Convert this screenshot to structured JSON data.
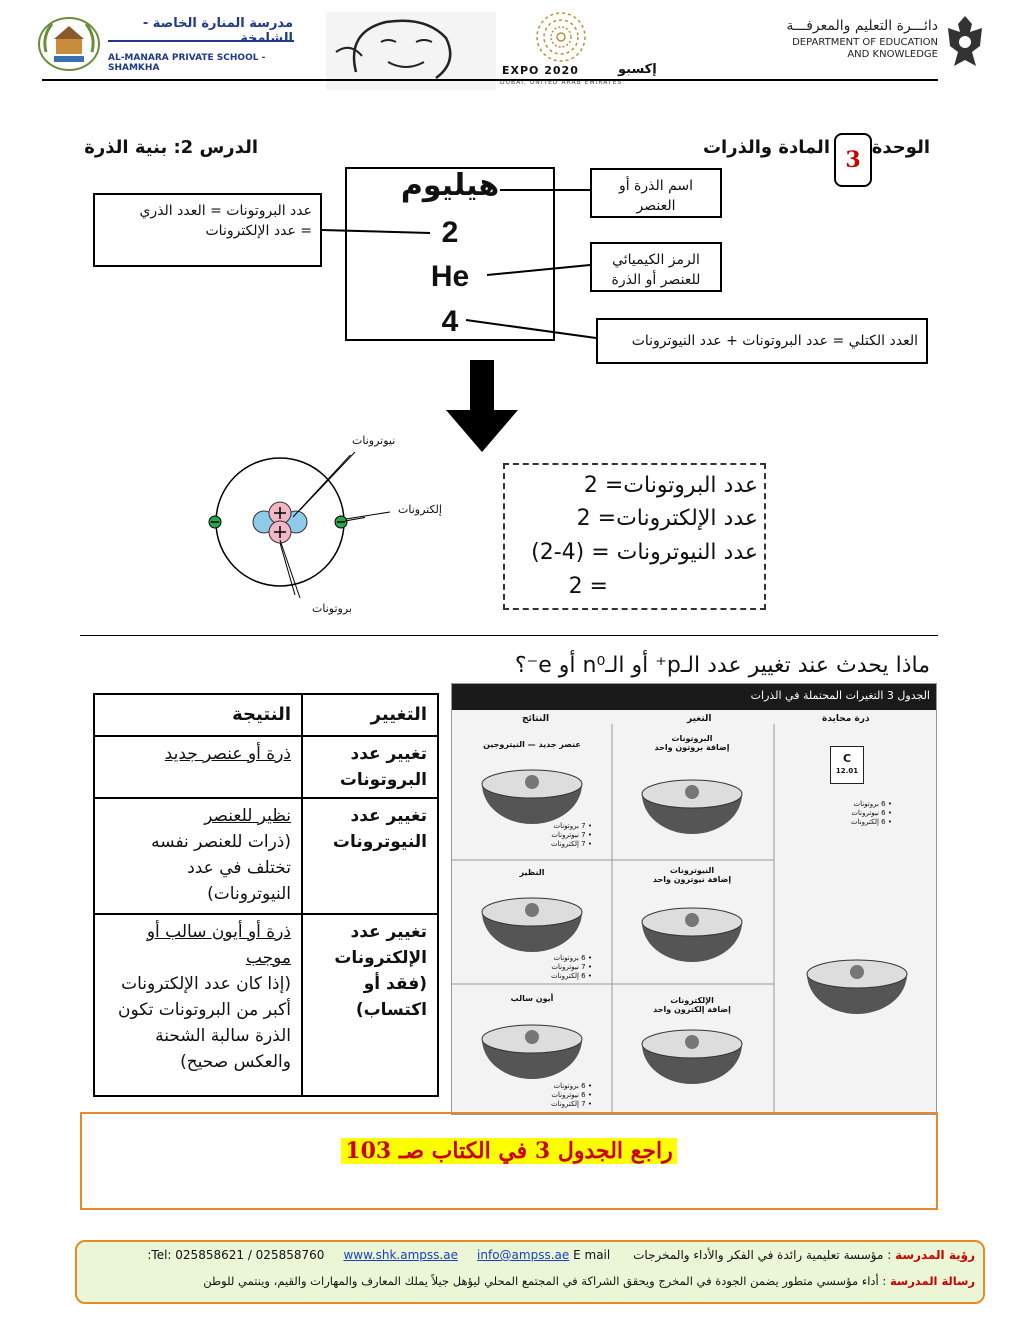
{
  "header": {
    "school_name_ar": "مدرسة المنارة الخاصة - الشامخة",
    "school_name_en": "AL-MANARA PRIVATE SCHOOL - SHAMKHA",
    "dept_ar": "دائـــرة التعليم والمعرفـــة",
    "dept_en_line1": "DEPARTMENT OF EDUCATION",
    "dept_en_line2": "AND KNOWLEDGE",
    "expo_en": "EXPO 2020",
    "expo_ar": "إكسبو",
    "expo_sub": "DUBAI, UNITED ARAB EMIRATES"
  },
  "title": {
    "unit_label": "الوحدة",
    "unit_number": "3",
    "unit_name": "المادة والذرات",
    "lesson": "الدرس 2: بنية الذرة"
  },
  "element": {
    "name": "هيليوم",
    "atomic_number": "2",
    "symbol": "He",
    "mass_number": "4"
  },
  "notes": {
    "name_note": "اسم الذرة أو العنصر",
    "symbol_note": "الرمز الكيميائي للعنصر أو الذرة",
    "atomic_note_1": "عدد البروتونات = العدد الذري",
    "atomic_note_2": "= عدد الإلكترونات",
    "mass_note": "العدد الكتلي = عدد البروتونات + عدد النيوترونات"
  },
  "counts": {
    "protons": "عدد البروتونات= 2",
    "electrons": "عدد الإلكترونات= 2",
    "neutrons": "عدد النيوترونات = (4-2)",
    "neutrons_result": "= 2"
  },
  "atom_labels": {
    "neutrons": "نيوترونات",
    "electrons": "إلكترونات",
    "protons": "بروتونات"
  },
  "question": "ماذا يحدث عند تغيير عدد الـp⁺ أو الـn⁰ أو e⁻؟",
  "change_table": {
    "col_change": "التغيير",
    "col_result": "النتيجة",
    "rows": [
      {
        "change": "تغيير عدد البروتونات",
        "result_main": "ذرة أو عنصر جديد",
        "result_extra": ""
      },
      {
        "change": "تغيير عدد النيوترونات",
        "result_main": "نظير للعنصر",
        "result_extra": "(ذرات للعنصر نفسه تختلف في عدد النيوترونات)"
      },
      {
        "change": "تغيير عدد الإلكترونات (فقد أو اكتساب)",
        "result_main": "ذرة أو أيون سالب أو موجب",
        "result_extra": "(إذا كان عدد الإلكترونات أكبر من البروتونات تكون الذرة سالبة الشحنة والعكس صحيح)"
      }
    ]
  },
  "book_table": {
    "title": "الجدول 3 التغيرات المحتملة في الذرات",
    "col_neutral": "ذرة محايدة",
    "col_change": "التغير",
    "col_result": "النتائج",
    "carbon_symbol": "C",
    "carbon_mass": "12.01",
    "neutral_bullets": "• 6 بروتونات\n• 6 نيوترونات\n• 6 إلكترونات",
    "row1_change": "البروتونات\nإضافة بروتون واحد",
    "row1_result": "عنصر جديد — النيتروجين",
    "row1_bullets": "• 7 بروتونات\n• 7 نيوترونات\n• 7 إلكترونات",
    "row2_change": "النيوترونات\nإضافة نيوترون واحد",
    "row2_result": "النظير",
    "row2_bullets": "• 6 بروتونات\n• 7 نيوترونات\n• 6 إلكترونات",
    "row3_change": "الإلكترونات\nإضافة إلكترون واحد",
    "row3_result": "أيون سالب",
    "row3_bullets": "• 6 بروتونات\n• 6 نيوترونات\n• 7 إلكترونات"
  },
  "reference": "راجع الجدول 3 في الكتاب صـ 103",
  "footer": {
    "vision_label": "رؤية المدرسة",
    "vision_text": ": مؤسسة تعليمية رائدة في الفكر والأداء والمخرجات",
    "tel": "Tel: 025858621 / 025858760",
    "website": "www.shk.ampss.ae",
    "email_label": "E mail:",
    "email": "info@ampss.ae",
    "mission_label": "رسالة المدرسة",
    "mission_text": ": أداء مؤسسي متطور يضمن الجودة في المخرج ويحقق الشراكة في المجتمع المحلي ليؤهل جيلاً يملك المعارف والمهارات والقيم، وينتمي للوطن"
  },
  "colors": {
    "accent_red": "#cc0000",
    "highlight": "#ffff00",
    "orange_border": "#e88a2c",
    "footer_bg": "#eaf6d6",
    "school_blue": "#1f3a8a"
  }
}
